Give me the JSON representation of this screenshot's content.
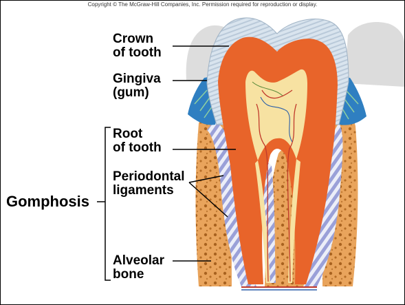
{
  "copyright": "Copyright © The McGraw-Hill Companies, Inc. Permission required for reproduction or display.",
  "labels": {
    "crown": [
      "Crown",
      "of tooth"
    ],
    "gingiva": [
      "Gingiva",
      "(gum)"
    ],
    "root": [
      "Root",
      "of tooth"
    ],
    "periodontal": [
      "Periodontal",
      "ligaments"
    ],
    "gomphosis": "Gomphosis",
    "alveolar": [
      "Alveolar",
      "bone"
    ]
  },
  "colors": {
    "enamel": "#c9d9e6",
    "dentin": "#e8642a",
    "pulp": "#f7e2a2",
    "gum": "#2f7fc1",
    "bone": "#e9a45c",
    "ligament": "#b8bde6",
    "background_tooth": "#dddddd",
    "leader": "#000000"
  }
}
